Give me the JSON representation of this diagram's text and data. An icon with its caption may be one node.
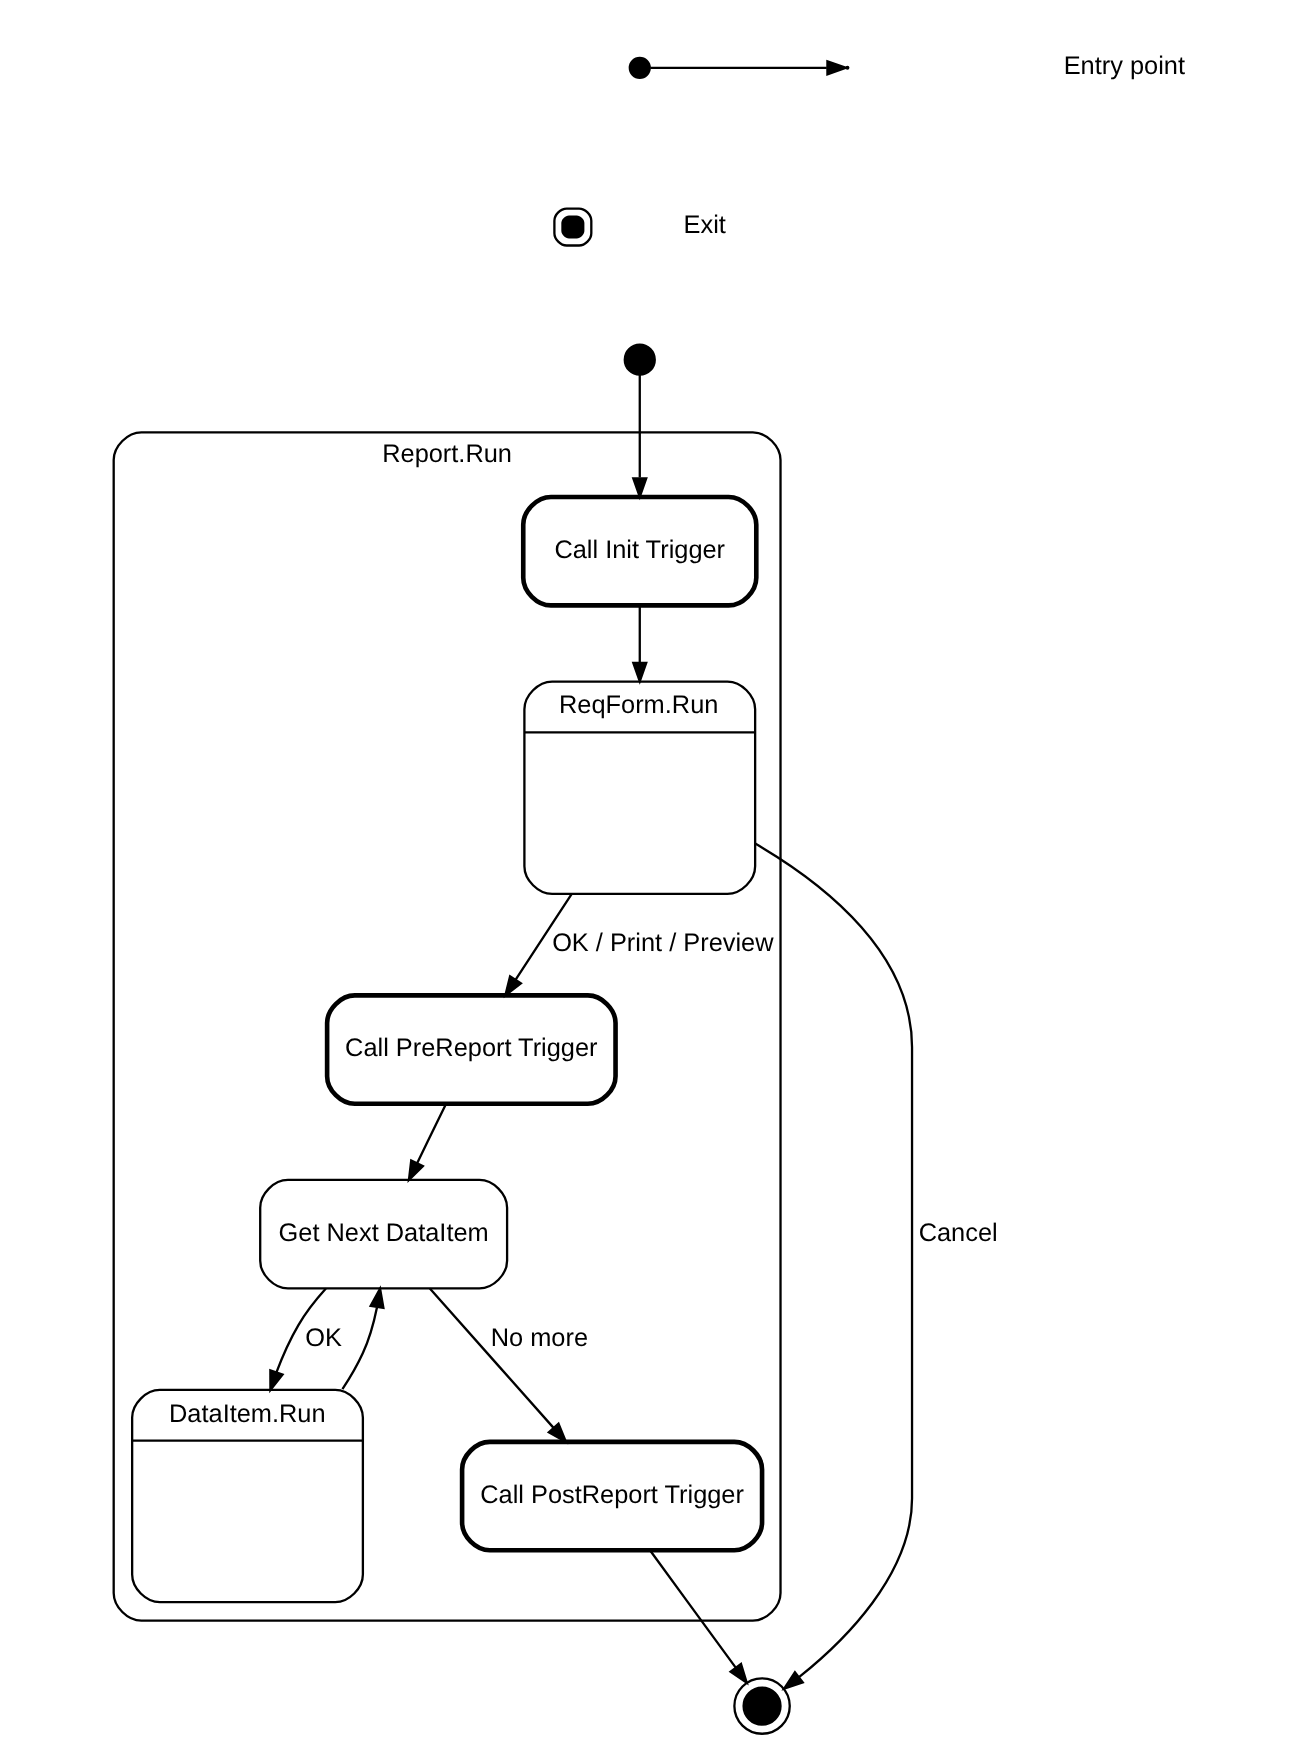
{
  "diagram": {
    "nodes": [
      {
        "text": [
          "Report.Run"
        ]
      },
      {
        "text": [],
        "shape": "circle"
      },
      {
        "text": [
          "Call Init Trigger"
        ],
        "in": 0
      },
      {
        "text": [
          "ReqForm.Run"
        ],
        "in": 0
      },
      {
        "text": [
          "Call PreReport Trigger"
        ],
        "in": 0
      },
      {
        "text": [
          "Get Next DataItem"
        ],
        "in": 0
      },
      {
        "text": [
          "DataItem.Run"
        ],
        "in": 0
      },
      {
        "text": [
          "Call PostReport Trigger"
        ],
        "in": 0
      },
      {
        "text": [],
        "shape": "circle"
      }
    ],
    "edges": [
      {
        "from": 1,
        "to": 2,
        "arrow": "to"
      },
      {
        "from": 2,
        "to": 3,
        "arrow": "to"
      },
      {
        "from": 3,
        "to": 4,
        "arrow": "to",
        "label": "OK / Print / Preview"
      },
      {
        "from": 4,
        "to": 5,
        "arrow": "to"
      },
      {
        "from": 5,
        "to": 6,
        "arrow": "to",
        "label": "OK"
      },
      {
        "from": 6,
        "to": 5,
        "arrow": "to"
      },
      {
        "from": 5,
        "to": 7,
        "arrow": "to",
        "label": "No more"
      },
      {
        "from": 3,
        "to": 8,
        "arrow": "to",
        "label": "Cancel"
      },
      {
        "from": 7,
        "to": 8,
        "arrow": "to"
      }
    ],
    "legend": [
      {
        "text": "Entry point"
      },
      {
        "text": "Exit"
      }
    ]
  }
}
